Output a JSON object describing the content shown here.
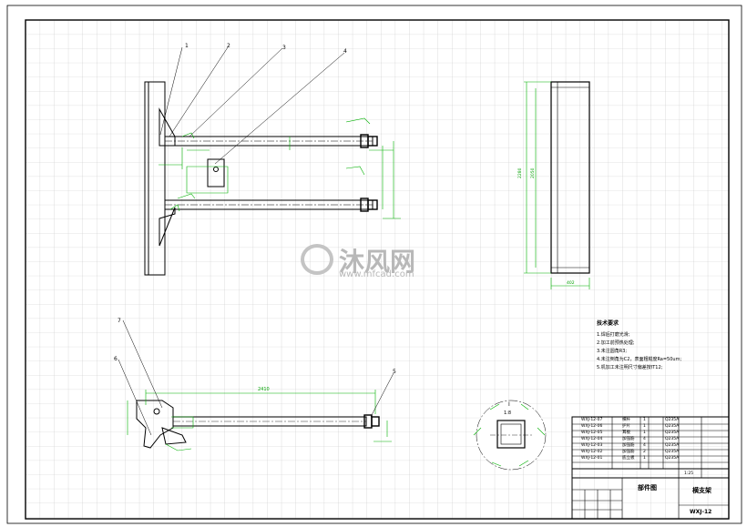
{
  "callouts": [
    "1",
    "2",
    "3",
    "4",
    "5",
    "6",
    "7"
  ],
  "section_label": "I",
  "section_scale": "1:8",
  "dims": {
    "length_long": "2410",
    "dim_a": "2280",
    "dim_b": "2050",
    "width_small": "402"
  },
  "notes": {
    "title": "技术要求",
    "items": [
      "1.焊后打磨光滑;",
      "2.加工前预热处理;",
      "3.未注圆角R3;",
      "4.未注倒角为C2，表面粗糙度Ra=50um;",
      "5.机加工未注明尺寸偏差按IT12;"
    ]
  },
  "bom": {
    "rows": [
      {
        "code": "WXJ-12-07",
        "name": "横杆",
        "qty": "1",
        "mat": "Q235A"
      },
      {
        "code": "WXJ-12-06",
        "name": "护片",
        "qty": "1",
        "mat": "Q235A"
      },
      {
        "code": "WXJ-12-05",
        "name": "耳板",
        "qty": "1",
        "mat": "Q235A"
      },
      {
        "code": "WXJ-12-04",
        "name": "加强筋",
        "qty": "4",
        "mat": "Q235A"
      },
      {
        "code": "WXJ-12-03",
        "name": "加强筋",
        "qty": "4",
        "mat": "Q235A"
      },
      {
        "code": "WXJ-12-02",
        "name": "加强筋",
        "qty": "2",
        "mat": "Q235A"
      },
      {
        "code": "WXJ-12-01",
        "name": "底立板",
        "qty": "1",
        "mat": "Q235A"
      }
    ],
    "assembly_label": "部件图",
    "part_name": "横支架",
    "drawing_no": "WXJ-12",
    "scale": "1:25"
  },
  "watermark": {
    "brand": "沐风网",
    "url": "www.mfcad.com"
  }
}
